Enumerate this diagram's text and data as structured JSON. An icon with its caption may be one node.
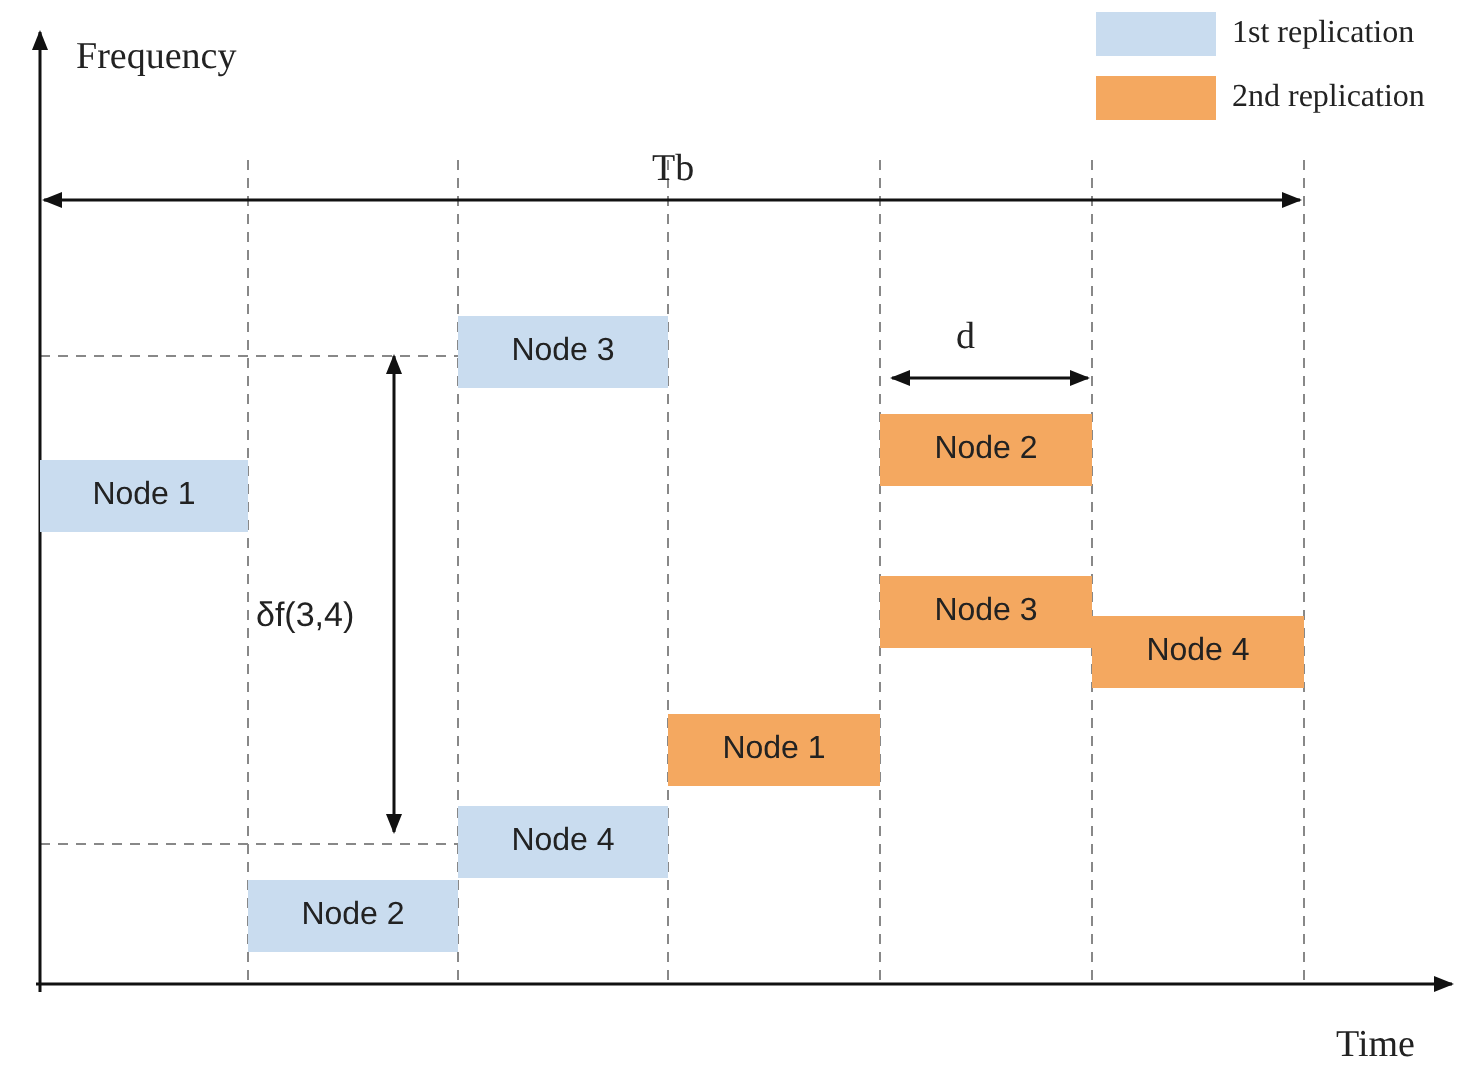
{
  "diagram": {
    "nodes": [
      {
        "text": [
          "Node 1"
        ]
      },
      {
        "text": [
          "Node 2"
        ]
      },
      {
        "text": [
          "Node 3"
        ]
      },
      {
        "text": [
          "Node 4"
        ]
      },
      {
        "text": [
          "Node 1"
        ]
      },
      {
        "text": [
          "Node 2"
        ]
      },
      {
        "text": [
          "Node 3"
        ]
      },
      {
        "text": [
          "Node 4"
        ]
      }
    ],
    "edges": [],
    "labels": [
      "Frequency",
      "Tb",
      "d",
      "δf(3,4)",
      "Time"
    ],
    "legend": [
      {
        "text": "1st replication",
        "color": "#c9dcef"
      },
      {
        "text": "2nd replication",
        "color": "#f4a860"
      }
    ]
  }
}
